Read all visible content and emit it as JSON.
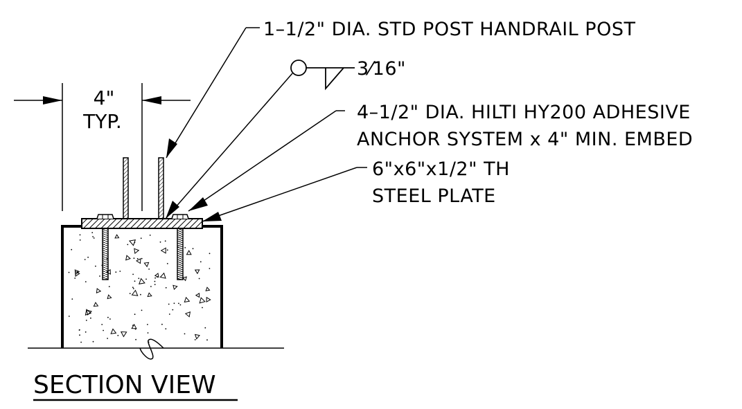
{
  "dimension": {
    "value": "4\"",
    "qualifier": "TYP."
  },
  "weld_symbol": {
    "size": "3⁄16\""
  },
  "callouts": {
    "post": [
      "1–1/2\" DIA. STD POST HANDRAIL POST"
    ],
    "anchor": [
      "4–1/2\" DIA. HILTI HY200 ADHESIVE",
      "ANCHOR SYSTEM x 4\" MIN. EMBED"
    ],
    "plate": [
      "6\"x6\"x1/2\" TH",
      "STEEL PLATE"
    ]
  },
  "title": "SECTION VIEW"
}
